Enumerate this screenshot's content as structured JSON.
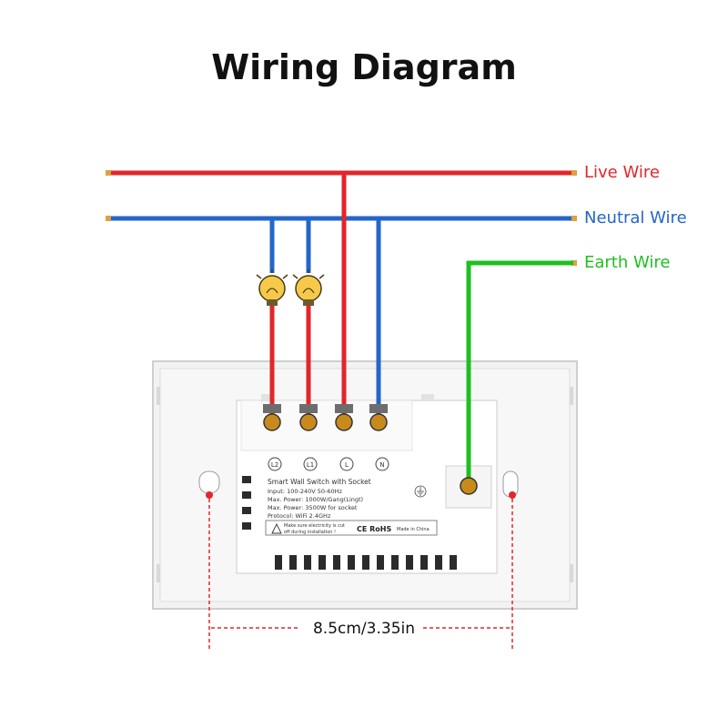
{
  "title": "Wiring Diagram",
  "wires": {
    "live": {
      "label": "Live Wire",
      "color": "#e2262a"
    },
    "neutral": {
      "label": "Neutral Wire",
      "color": "#2466c9"
    },
    "earth": {
      "label": "Earth Wire",
      "color": "#1fbf1f"
    }
  },
  "terminals": [
    "L2",
    "L1",
    "L",
    "N"
  ],
  "spec": {
    "name": "Smart Wall Switch with Socket",
    "input": "Input: 100-240V 50-60Hz",
    "power_gang": "Max. Power: 1000W/Gang(Lingt)",
    "power_socket": "Max. Power: 3500W for socket",
    "protocol": "Protocol: WiFi 2.4GHz",
    "warning_1": "Make sure electricity is cut",
    "warning_2": "off during installation !",
    "marks": "CE RoHS",
    "made_in": "Made in China"
  },
  "dimension": "8.5cm/3.35in"
}
